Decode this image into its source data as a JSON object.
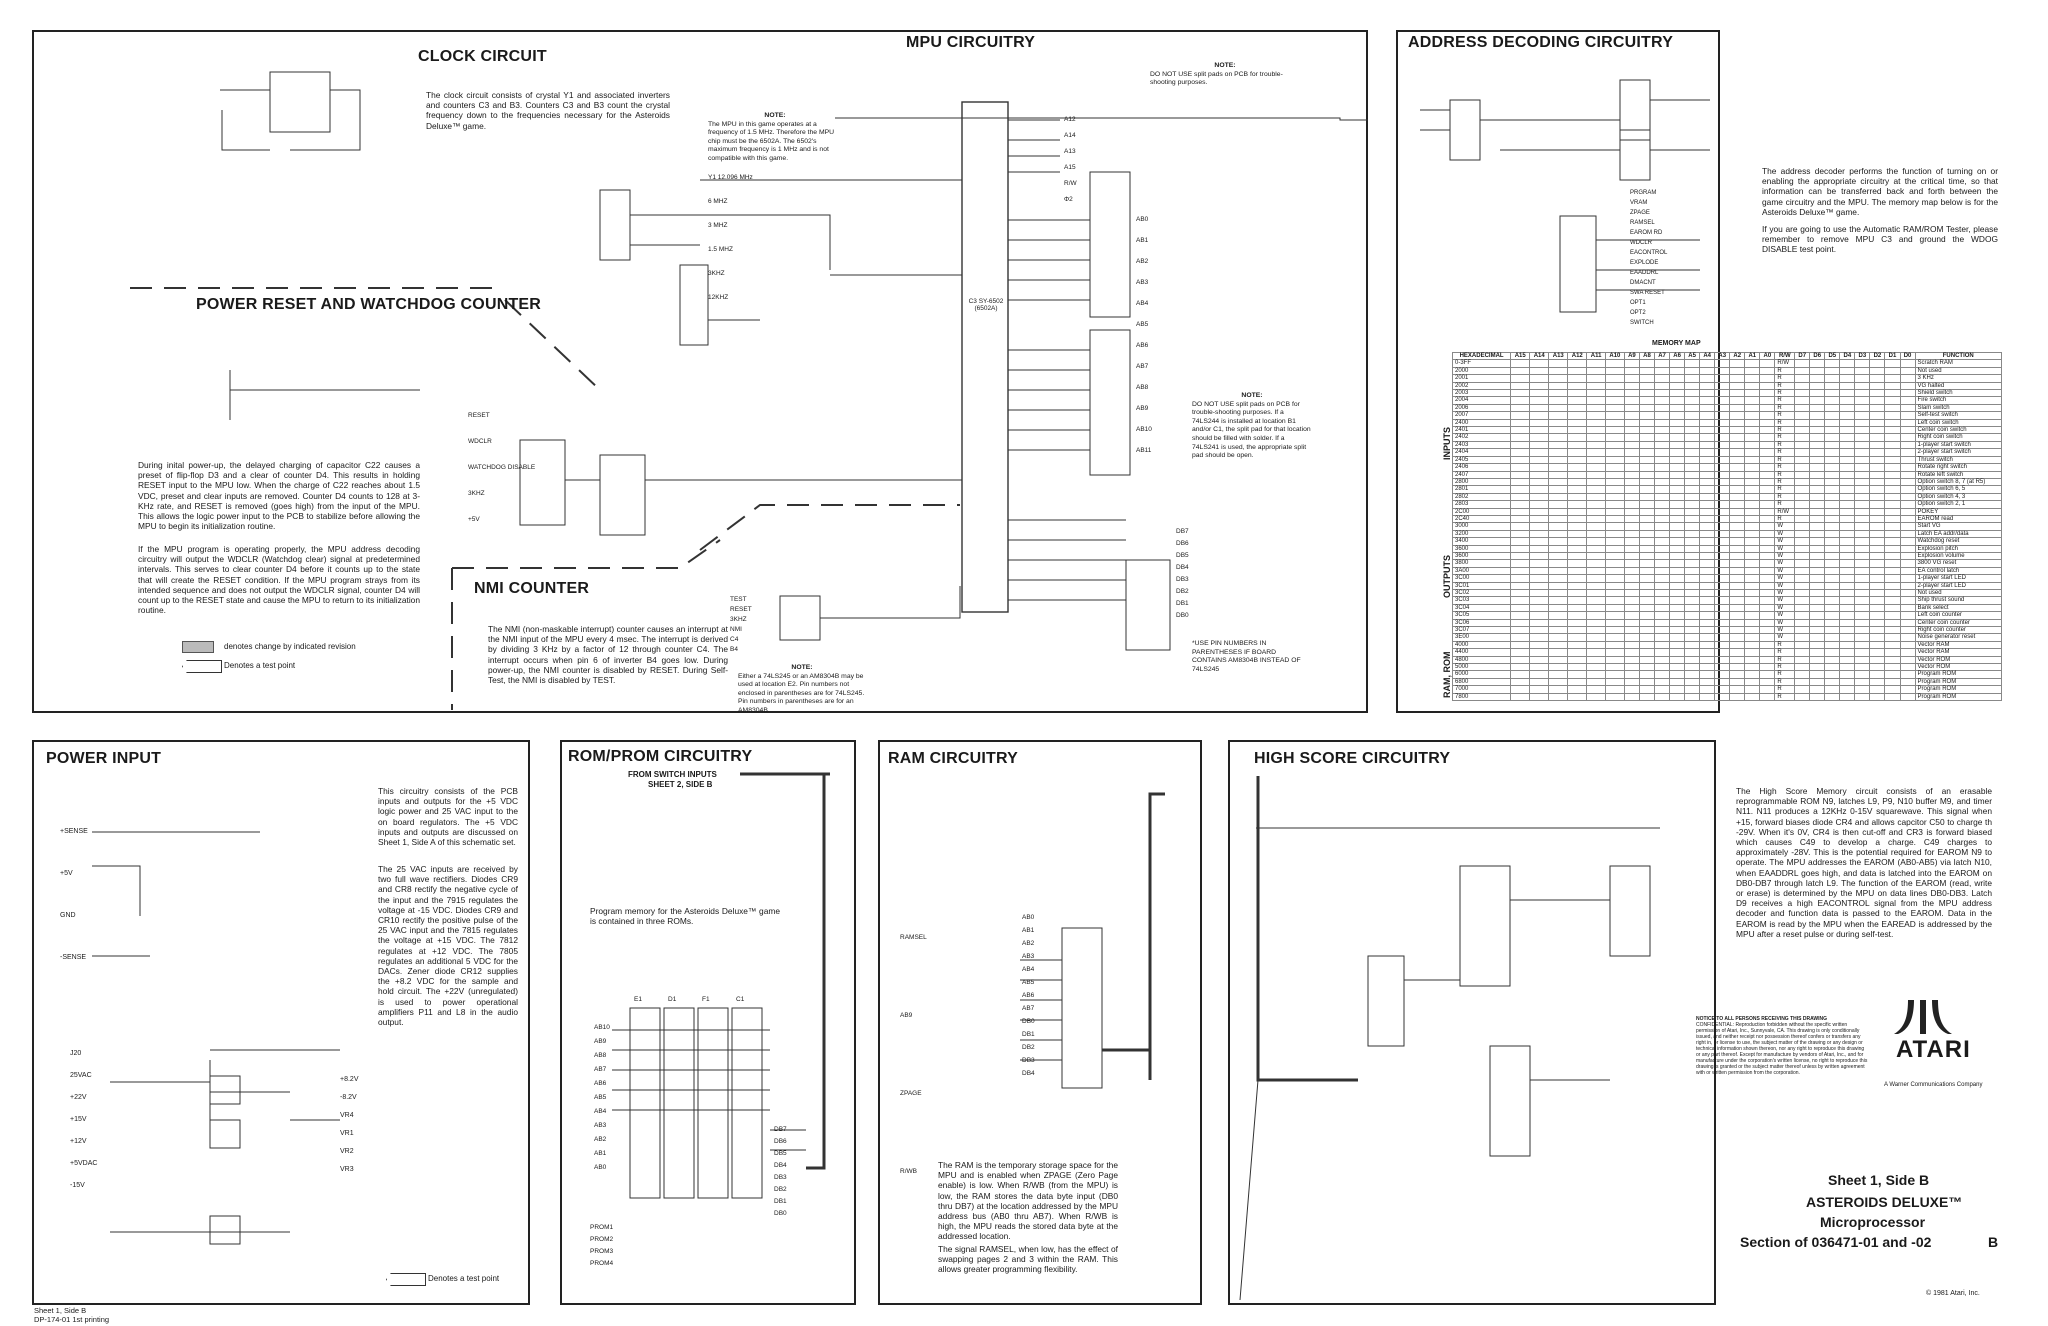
{
  "sections": {
    "clock": {
      "title": "CLOCK CIRCUIT",
      "text": "The clock circuit consists of crystal Y1 and associated inverters and counters C3 and B3. Counters C3 and B3 count the crystal frequency down to the frequencies necessary for the Asteroids Deluxe™ game."
    },
    "mpu": {
      "title": "MPU CIRCUITRY",
      "note1_head": "NOTE:",
      "note1": "The MPU in this game operates at a frequency of 1.5 MHz. Therefore the MPU chip must be the 6502A. The 6502's maximum frequency is 1 MHz and is not compatible with this game.",
      "note2_head": "NOTE:",
      "note2": "DO NOT USE split pads on PCB for trouble-shooting purposes.",
      "note3_head": "NOTE:",
      "note3": "DO NOT USE split pads on PCB for trouble-shooting purposes. If a 74LS244 is installed at location B1 and/or C1, the split pad for that location should be filled with solder. If a 74LS241 is used, the appropriate split pad should be open.",
      "note4_head": "NOTE:",
      "note4": "Either a 74LS245 or an AM8304B may be used at location E2. Pin numbers not enclosed in parentheses are for 74LS245. Pin numbers in parentheses are for an AM8304B.",
      "note5": "*USE PIN NUMBERS IN PARENTHESES IF BOARD CONTAINS AM8304B INSTEAD OF 74LS245"
    },
    "address": {
      "title": "ADDRESS DECODING CIRCUITRY",
      "text1": "The address decoder performs the function of turning on or enabling the appropriate circuitry at the critical time, so that information can be transferred back and forth between the game circuitry and the MPU. The memory map below is for the Asteroids Deluxe™ game.",
      "text2": "If you are going to use the Automatic RAM/ROM Tester, please remember to remove MPU C3 and ground the WDOG DISABLE test point."
    },
    "power_reset": {
      "title": "POWER RESET AND WATCHDOG COUNTER",
      "text1": "During inital power-up, the delayed charging of capacitor C22 causes a preset of flip-flop D3 and a clear of counter D4. This results in holding RESET input to the MPU low. When the charge of C22 reaches about 1.5 VDC, preset and clear inputs are removed. Counter D4 counts to 128 at 3-KHz rate, and RESET is removed (goes high) from the input of the MPU. This allows the logic power input to the PCB to stabilize before allowing the MPU to begin its initialization routine.",
      "text2": "If the MPU program is operating properly, the MPU address decoding circuitry will output the WDCLR (Watchdog clear) signal at predetermined intervals. This serves to clear counter D4 before it counts up to the state that will create the RESET condition. If the MPU program strays from its intended sequence and does not output the WDCLR signal, counter D4 will count up to the RESET state and cause the MPU to return to its initialization routine.",
      "legend1": "denotes change by indicated revision",
      "legend2": "Denotes a test point"
    },
    "nmi": {
      "title": "NMI COUNTER",
      "text": "The NMI (non-maskable interrupt) counter causes an interrupt at the NMI input of the MPU every 4 msec. The interrupt is derived by dividing 3 KHz by a factor of 12 through counter C4. The interrupt occurs when pin 6 of inverter B4 goes low. During power-up, the NMI counter is disabled by RESET. During Self-Test, the NMI is disabled by TEST."
    },
    "power_input": {
      "title": "POWER INPUT",
      "text1": "This circuitry consists of the PCB inputs and outputs for the +5 VDC logic power and 25 VAC input to the on board regulators. The +5 VDC inputs and outputs are discussed on Sheet 1, Side A of this schematic set.",
      "text2": "The 25 VAC inputs are received by two full wave rectifiers. Diodes CR9 and CR8 rectify the negative cycle of the input and the 7915 regulates the voltage at -15 VDC. Diodes CR9 and CR10 rectify the positive pulse of the 25 VAC input and the 7815 regulates the voltage at +15 VDC. The 7812 regulates at +12 VDC. The 7805 regulates an additional 5 VDC for the DACs. Zener diode CR12 supplies the +8.2 VDC for the sample and hold circuit. The +22V (unregulated) is used to power operational amplifiers P11 and L8 in the audio output.",
      "legend": "Denotes a test point"
    },
    "rom": {
      "title": "ROM/PROM CIRCUITRY",
      "from1": "FROM SWITCH INPUTS",
      "from2": "SHEET 2, SIDE B",
      "text": "Program memory for the Asteroids Deluxe™ game is contained in three ROMs."
    },
    "ram": {
      "title": "RAM CIRCUITRY",
      "text1": "The RAM is the temporary storage space for the MPU and is enabled when ZPAGE (Zero Page enable) is low. When R/WB (from the MPU) is low, the RAM stores the data byte input (DB0 thru DB7) at the location addressed by the MPU address bus (AB0 thru AB7). When R/WB is high, the MPU reads the stored data byte at the addressed location.",
      "text2": "The signal RAMSEL, when low, has the effect of swapping pages 2 and 3 within the RAM. This allows greater programming flexibility."
    },
    "hiscore": {
      "title": "HIGH SCORE CIRCUITRY",
      "text": "The High Score Memory circuit consists of an erasable reprogrammable ROM N9, latches L9, P9, N10 buffer M9, and timer N11. N11 produces a 12KHz 0-15V squarewave. This signal when +15, forward biases diode CR4 and allows capcitor C50 to charge th -29V. When it's 0V, CR4 is then cut-off and CR3 is forward biased which causes C49 to develop a charge. C49 charges to approximately -28V. This is the potential required for EAROM N9 to operate. The MPU addresses the EAROM (AB0-AB5) via latch N10, when EAADDRL goes high, and data is latched into the EAROM on DB0-DB7 through latch L9. The function of the EAROM (read, write or erase) is determined by the MPU on data lines DB0-DB3. Latch D9 receives a high EACONTROL signal from the MPU address decoder and function data is passed to the EAROM. Data in the EAROM is read by the MPU when the EAREAD is addressed by the MPU after a reset pulse or during self-test."
    }
  },
  "memory_map": {
    "title": "MEMORY MAP",
    "head": [
      "HEXADECIMAL",
      "A15",
      "A14",
      "A13",
      "A12",
      "A11",
      "A10",
      "A9",
      "A8",
      "A7",
      "A6",
      "A5",
      "A4",
      "A3",
      "A2",
      "A1",
      "A0",
      "R/W",
      "D7",
      "D6",
      "D5",
      "D4",
      "D3",
      "D2",
      "D1",
      "D0",
      "FUNCTION"
    ],
    "groups": [
      "INPUTS",
      "OUTPUTS",
      "RAM, ROM"
    ],
    "rows": [
      {
        "addr": "0-3FF",
        "r": "R/W",
        "fn": "Scratch RAM"
      },
      {
        "addr": "2000",
        "r": "R",
        "fn": "Not used"
      },
      {
        "addr": "2001",
        "r": "R",
        "fn": "3 KHz"
      },
      {
        "addr": "2002",
        "r": "R",
        "fn": "VG halted"
      },
      {
        "addr": "2003",
        "r": "R",
        "fn": "Shield switch"
      },
      {
        "addr": "2004",
        "r": "R",
        "fn": "Fire switch"
      },
      {
        "addr": "2006",
        "r": "R",
        "fn": "Slam switch"
      },
      {
        "addr": "2007",
        "r": "R",
        "fn": "Self-test switch"
      },
      {
        "addr": "2400",
        "r": "R",
        "fn": "Left coin switch"
      },
      {
        "addr": "2401",
        "r": "R",
        "fn": "Center coin switch"
      },
      {
        "addr": "2402",
        "r": "R",
        "fn": "Right coin switch"
      },
      {
        "addr": "2403",
        "r": "R",
        "fn": "1-player start switch"
      },
      {
        "addr": "2404",
        "r": "R",
        "fn": "2-player start switch"
      },
      {
        "addr": "2405",
        "r": "R",
        "fn": "Thrust switch"
      },
      {
        "addr": "2406",
        "r": "R",
        "fn": "Rotate right switch"
      },
      {
        "addr": "2407",
        "r": "R",
        "fn": "Rotate left switch"
      },
      {
        "addr": "2800",
        "r": "R",
        "fn": "Option switch 8, 7 (at R5)"
      },
      {
        "addr": "2801",
        "r": "R",
        "fn": "Option switch 6, 5"
      },
      {
        "addr": "2802",
        "r": "R",
        "fn": "Option switch 4, 3"
      },
      {
        "addr": "2803",
        "r": "R",
        "fn": "Option switch 2, 1"
      },
      {
        "addr": "2C00",
        "r": "R/W",
        "fn": "POKEY"
      },
      {
        "addr": "2C40",
        "r": "R",
        "fn": "EAROM read"
      },
      {
        "addr": "3000",
        "r": "W",
        "fn": "Start VG"
      },
      {
        "addr": "3200",
        "r": "W",
        "fn": "Latch EA addr/data"
      },
      {
        "addr": "3400",
        "r": "W",
        "fn": "Watchdog reset"
      },
      {
        "addr": "3600",
        "r": "W",
        "fn": "Explosion pitch"
      },
      {
        "addr": "3600",
        "r": "W",
        "fn": "Explosion volume"
      },
      {
        "addr": "3800",
        "r": "W",
        "fn": "3800 VG reset"
      },
      {
        "addr": "3A00",
        "r": "W",
        "fn": "EA control latch"
      },
      {
        "addr": "3C00",
        "r": "W",
        "fn": "1-player start LED"
      },
      {
        "addr": "3C01",
        "r": "W",
        "fn": "2-player start LED"
      },
      {
        "addr": "3C02",
        "r": "W",
        "fn": "Not used"
      },
      {
        "addr": "3C03",
        "r": "W",
        "fn": "Ship thrust sound"
      },
      {
        "addr": "3C04",
        "r": "W",
        "fn": "Bank select"
      },
      {
        "addr": "3C05",
        "r": "W",
        "fn": "Left coin counter"
      },
      {
        "addr": "3C06",
        "r": "W",
        "fn": "Center coin counter"
      },
      {
        "addr": "3C07",
        "r": "W",
        "fn": "Right coin counter"
      },
      {
        "addr": "3E00",
        "r": "W",
        "fn": "Noise generator reset"
      },
      {
        "addr": "4000",
        "r": "R",
        "fn": "Vector RAM"
      },
      {
        "addr": "4400",
        "r": "R",
        "fn": "Vector RAM"
      },
      {
        "addr": "4800",
        "r": "R",
        "fn": "Vector ROM"
      },
      {
        "addr": "5000",
        "r": "R",
        "fn": "Vector ROM"
      },
      {
        "addr": "6000",
        "r": "R",
        "fn": "Program ROM"
      },
      {
        "addr": "6800",
        "r": "R",
        "fn": "Program ROM"
      },
      {
        "addr": "7000",
        "r": "R",
        "fn": "Program ROM"
      },
      {
        "addr": "7800",
        "r": "R",
        "fn": "Program ROM"
      }
    ]
  },
  "signals": {
    "mpu_right": [
      "A12",
      "A14",
      "A13",
      "A15",
      "R/W",
      "Φ2",
      "AB0",
      "AB1",
      "AB2",
      "AB3",
      "AB4",
      "AB5",
      "AB6",
      "AB7",
      "AB8",
      "AB9",
      "AB10",
      "AB11",
      "DB7",
      "DB6",
      "DB5",
      "DB4",
      "DB3",
      "DB2",
      "DB1",
      "DB0"
    ],
    "mpu_label": "C3 SY-6502 (6502A)",
    "rom_data": [
      "DB7",
      "DB6",
      "DB5",
      "DB4",
      "DB3",
      "DB2",
      "DB1",
      "DB0"
    ],
    "rom_addr": [
      "AB10",
      "AB9",
      "AB8",
      "AB7",
      "AB6",
      "AB5",
      "AB4",
      "AB3",
      "AB2",
      "AB1",
      "AB0"
    ],
    "rom_chips": [
      "E1",
      "D1",
      "F1",
      "C1"
    ],
    "rom_prom": [
      "PROM1",
      "PROM2",
      "PROM3",
      "PROM4"
    ],
    "ram_addr": [
      "AB0",
      "AB1",
      "AB2",
      "AB3",
      "AB4",
      "AB5",
      "AB6",
      "AB7",
      "DB0",
      "DB1",
      "DB2",
      "DB3",
      "DB4"
    ],
    "ram_misc": [
      "RAMSEL",
      "AB9",
      "ZPAGE",
      "R/WB"
    ],
    "clock_labels": [
      "Y1 12.096 MHz",
      "6 MHZ",
      "3 MHZ",
      "1.5 MHZ",
      "3KHZ",
      "12KHZ"
    ],
    "power_labels": [
      "+SENSE",
      "+5V",
      "GND",
      "-SENSE",
      "J20",
      "25VAC",
      "+22V",
      "+15V",
      "+12V",
      "+5VDAC",
      "-15V",
      "+8.2V",
      "-8.2V",
      "VR4",
      "VR1",
      "VR2",
      "VR3"
    ],
    "addr_labels": [
      "PRGRAM",
      "VRAM",
      "ZPAGE",
      "RAMSEL",
      "EAROM RD",
      "WDCLR",
      "EACONTROL",
      "EXPLODE",
      "EAADDRL",
      "DMACNT",
      "SWA RESET",
      "OPT1",
      "OPT2",
      "SWITCH"
    ],
    "reset_labels": [
      "RESET",
      "WDCLR",
      "WATCHDOG DISABLE",
      "3KHZ",
      "+5V"
    ],
    "nmi_labels": [
      "TEST",
      "RESET",
      "3KHZ",
      "NMI",
      "C4",
      "B4"
    ]
  },
  "footer": {
    "sheet_line1": "Sheet 1, Side B",
    "sheet_line2": "DP-174-01   1st printing",
    "title1": "Sheet 1, Side B",
    "title2": "ASTEROIDS DELUXE™",
    "title3": "Microprocessor",
    "title4": "Section of 036471-01 and -02",
    "rev": "B",
    "logo": "ATARI",
    "company": "A Warner Communications Company",
    "notice_head": "NOTICE TO ALL PERSONS RECEIVING THIS DRAWING",
    "notice": "CONFIDENTIAL: Reproduction forbidden without the specific written permission of Atari, Inc., Sunnyvale, CA. This drawing is only conditionally issued, and neither receipt nor possession thereof confers or transfers any right in, or license to use, the subject matter of the drawing or any design or technical information shown thereon, nor any right to reproduce this drawing or any part thereof. Except for manufacture by vendors of Atari, Inc., and for manufacture under the corporation's written license, no right to reproduce this drawing is granted or the subject matter thereof unless by written agreement with or written permission from the corporation.",
    "copyright": "© 1981 Atari, Inc."
  }
}
